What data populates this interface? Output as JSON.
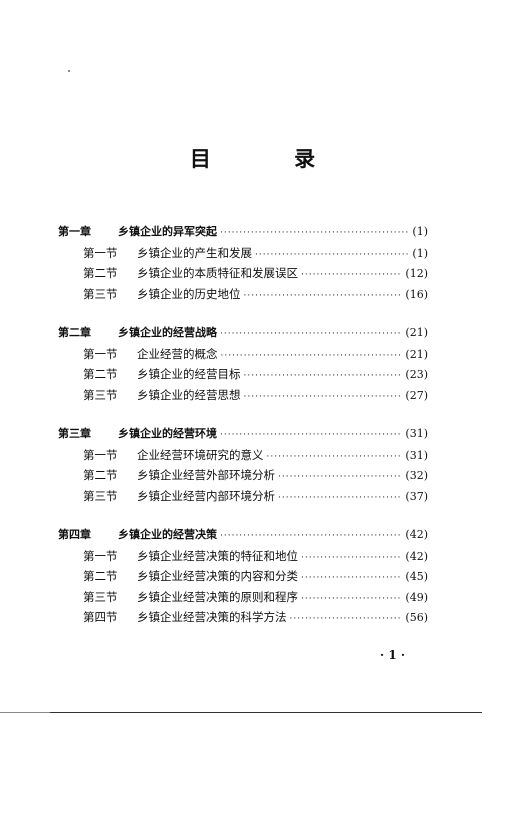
{
  "title": "目 录",
  "chapters": [
    {
      "num": "第一章",
      "title": "乡镇企业的异军突起",
      "page": "(1)",
      "sections": [
        {
          "num": "第一节",
          "title": "乡镇企业的产生和发展",
          "page": "(1)"
        },
        {
          "num": "第二节",
          "title": "乡镇企业的本质特征和发展误区",
          "page": "(12)"
        },
        {
          "num": "第三节",
          "title": "乡镇企业的历史地位",
          "page": "(16)"
        }
      ]
    },
    {
      "num": "第二章",
      "title": "乡镇企业的经营战略",
      "page": "(21)",
      "sections": [
        {
          "num": "第一节",
          "title": "企业经营的概念",
          "page": "(21)"
        },
        {
          "num": "第二节",
          "title": "乡镇企业的经营目标",
          "page": "(23)"
        },
        {
          "num": "第三节",
          "title": "乡镇企业的经营思想",
          "page": "(27)"
        }
      ]
    },
    {
      "num": "第三章",
      "title": "乡镇企业的经营环境",
      "page": "(31)",
      "sections": [
        {
          "num": "第一节",
          "title": "企业经营环境研究的意义",
          "page": "(31)"
        },
        {
          "num": "第二节",
          "title": "乡镇企业经营外部环境分析",
          "page": "(32)"
        },
        {
          "num": "第三节",
          "title": "乡镇企业经营内部环境分析",
          "page": "(37)"
        }
      ]
    },
    {
      "num": "第四章",
      "title": "乡镇企业的经营决策",
      "page": "(42)",
      "sections": [
        {
          "num": "第一节",
          "title": "乡镇企业经营决策的特征和地位",
          "page": "(42)"
        },
        {
          "num": "第二节",
          "title": "乡镇企业经营决策的内容和分类",
          "page": "(45)"
        },
        {
          "num": "第三节",
          "title": "乡镇企业经营决策的原则和程序",
          "page": "(49)"
        },
        {
          "num": "第四节",
          "title": "乡镇企业经营决策的科学方法",
          "page": "(56)"
        }
      ]
    }
  ],
  "folio": "· 1 ·"
}
